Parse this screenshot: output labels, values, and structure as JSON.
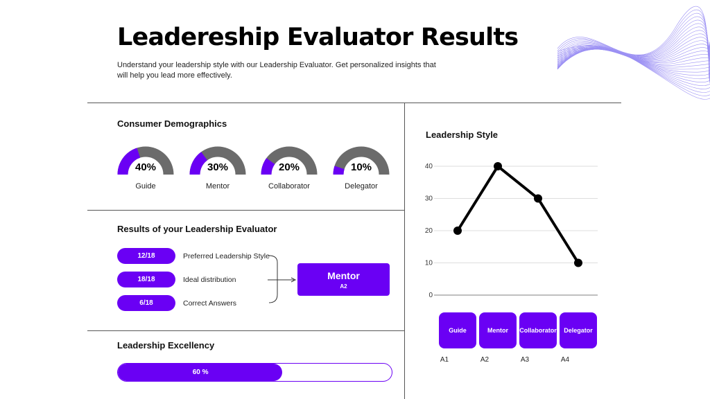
{
  "header": {
    "title": "Leadereship Evaluator Results",
    "subtitle": "Understand your leadership style with our Leadership Evaluator. Get personalized insights that will help you lead more effectively."
  },
  "colors": {
    "accent": "#6a00f4",
    "gauge_rest": "#6b6b6b",
    "line": "#000000",
    "grid": "#dddddd"
  },
  "demographics": {
    "title": "Consumer Demographics",
    "gauges": [
      {
        "label": "Guide",
        "pct_text": "40%",
        "value": 40
      },
      {
        "label": "Mentor",
        "pct_text": "30%",
        "value": 30
      },
      {
        "label": "Collaborator",
        "pct_text": "20%",
        "value": 20
      },
      {
        "label": "Delegator",
        "pct_text": "10%",
        "value": 10
      }
    ]
  },
  "results": {
    "title": "Results of your Leadership Evaluator",
    "rows": [
      {
        "value": "12/18",
        "label": "Preferred Leadership Style"
      },
      {
        "value": "18/18",
        "label": "Ideal distribution"
      },
      {
        "value": "6/18",
        "label": "Correct Answers"
      }
    ],
    "outcome": {
      "main": "Mentor",
      "sub": "A2"
    }
  },
  "excellency": {
    "title": "Leadership Excellency",
    "progress_text": "60 %",
    "progress_value": 60
  },
  "chart_data": {
    "type": "line",
    "title": "Leadership Style",
    "categories": [
      "A1",
      "A2",
      "A3",
      "A4"
    ],
    "category_names": [
      "Guide",
      "Mentor",
      "Collaborator",
      "Delegator"
    ],
    "values": [
      20,
      40,
      30,
      10
    ],
    "y_ticks": [
      "0",
      "10",
      "20",
      "30",
      "40"
    ],
    "ylim": [
      0,
      40
    ],
    "grid": true
  }
}
